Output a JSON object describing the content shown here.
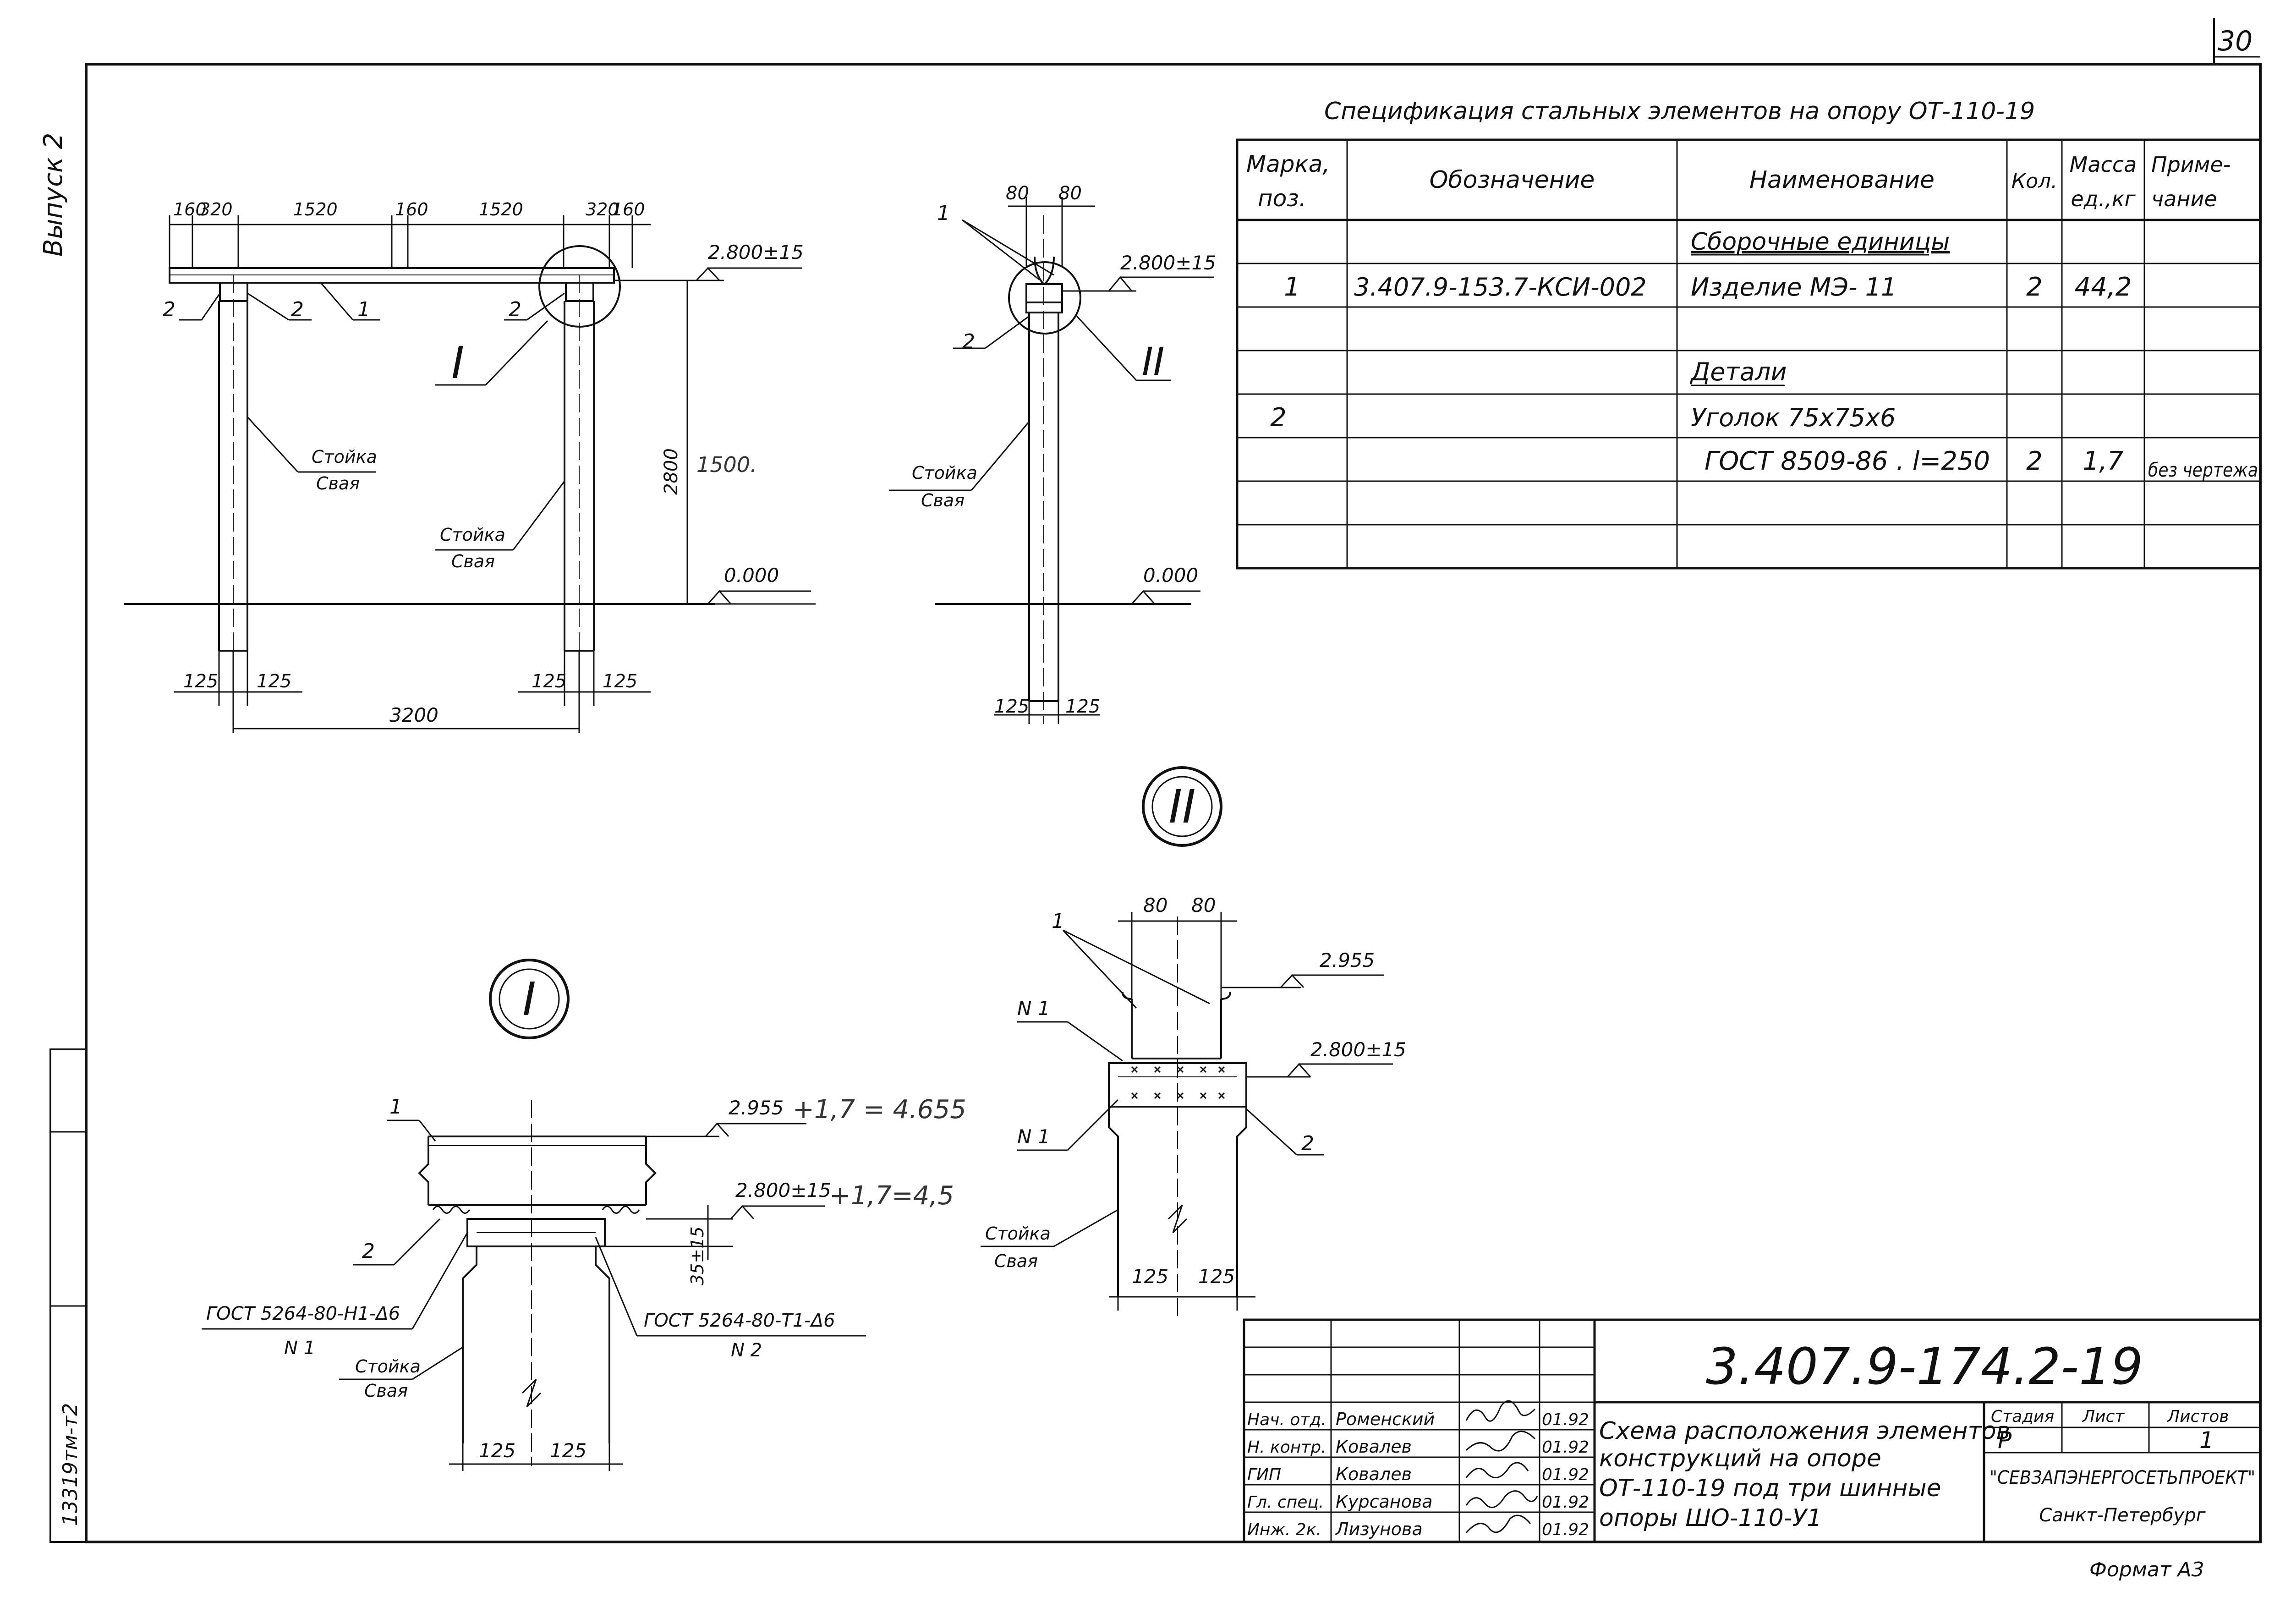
{
  "sheet": {
    "page_number": "30",
    "issue": "Выпуск 2",
    "inventory": "13319тм-т2",
    "format": "Формат А3"
  },
  "spec": {
    "title": "Спецификация стальных элементов на опору  ОТ-110-19",
    "headers": {
      "mark_1": "Марка,",
      "mark_2": "поз.",
      "designation": "Обозначение",
      "name": "Наименование",
      "qty": "Кол.",
      "mass_1": "Масса",
      "mass_2": "ед.,кг",
      "note_1": "Приме-",
      "note_2": "чание"
    },
    "rows": [
      {
        "mark": "",
        "designation": "",
        "name": "Сборочные единицы",
        "qty": "",
        "mass": "",
        "note": ""
      },
      {
        "mark": "1",
        "designation": "3.407.9-153.7-КСИ-002",
        "name": "Изделие МЭ- 11",
        "qty": "2",
        "mass": "44,2",
        "note": ""
      },
      {
        "mark": "",
        "designation": "",
        "name": "",
        "qty": "",
        "mass": "",
        "note": ""
      },
      {
        "mark": "",
        "designation": "",
        "name": "Детали",
        "qty": "",
        "mass": "",
        "note": ""
      },
      {
        "mark": "2",
        "designation": "",
        "name": "Уголок 75x75x6",
        "qty": "",
        "mass": "",
        "note": ""
      },
      {
        "mark": "",
        "designation": "",
        "name": "ГОСТ 8509-86 . l=250",
        "qty": "2",
        "mass": "1,7",
        "note": "без чертежа"
      },
      {
        "mark": "",
        "designation": "",
        "name": "",
        "qty": "",
        "mass": "",
        "note": ""
      },
      {
        "mark": "",
        "designation": "",
        "name": "",
        "qty": "",
        "mass": "",
        "note": ""
      }
    ]
  },
  "front_view": {
    "dims_top": [
      "160",
      "320",
      "1520",
      "160",
      "1520",
      "320",
      "160"
    ],
    "elev_top": "2.800±15",
    "elev_ground": "0.000",
    "height": "2800",
    "height_note": "1500.",
    "span": "3200",
    "pile_halves": [
      "125",
      "125",
      "125",
      "125"
    ],
    "labels": {
      "pos1": "1",
      "pos2": "2",
      "post": "Стойка",
      "pile": "Свая",
      "node": "I"
    }
  },
  "side_view": {
    "dims_top": [
      "80",
      "80"
    ],
    "elev_top": "2.800±15",
    "elev_ground": "0.000",
    "pile_halves": [
      "125",
      "125"
    ],
    "labels": {
      "pos1": "1",
      "pos2": "2",
      "post": "Стойка",
      "pile": "Свая",
      "node": "II"
    }
  },
  "node_1": {
    "label": "I",
    "elev_beam": "2.955",
    "elev_beam_note": "+1,7 = 4.655",
    "elev_cap": "2.800±15",
    "elev_cap_note": "+1,7=4,5",
    "gap": "35±15",
    "weld_1": "ГОСТ 5264-80-Н1-Δ6",
    "weld_1_code": "N 1",
    "weld_2": "ГОСТ 5264-80-Т1-Δ6",
    "weld_2_code": "N 2",
    "pos1": "1",
    "pos2": "2",
    "post": "Стойка",
    "pile": "Свая",
    "dims": [
      "125",
      "125"
    ]
  },
  "node_2": {
    "label": "II",
    "dims_top": [
      "80",
      "80"
    ],
    "elev_beam": "2.955",
    "elev_cap": "2.800±15",
    "weld_code_1": "N 1",
    "weld_code_2": "N 1",
    "pos1": "1",
    "pos2": "2",
    "post": "Стойка",
    "pile": "Свая",
    "dims": [
      "125",
      "125"
    ]
  },
  "title_block": {
    "code": "3.407.9-174.2-19",
    "description": [
      "Схема расположения элементов",
      " конструкций на опоре",
      "ОТ-110-19 под три шинные",
      "опоры ШО-110-У1"
    ],
    "stage_label": "Стадия",
    "sheet_label": "Лист",
    "sheets_label": "Листов",
    "stage": "Р",
    "sheet": "",
    "sheets": "1",
    "org": "\"СЕВЗАПЭНЕРГОСЕТЬПРОЕКТ\"",
    "city": "Санкт-Петербург",
    "people": [
      {
        "role": "Нач. отд.",
        "name": "Роменский",
        "date": "01.92"
      },
      {
        "role": "Н. контр.",
        "name": "Ковалев",
        "date": "01.92"
      },
      {
        "role": "ГИП",
        "name": "Ковалев",
        "date": "01.92"
      },
      {
        "role": "Гл. спец.",
        "name": "Курсанова",
        "date": "01.92"
      },
      {
        "role": "Инж. 2к.",
        "name": "Лизунова",
        "date": "01.92"
      }
    ]
  }
}
